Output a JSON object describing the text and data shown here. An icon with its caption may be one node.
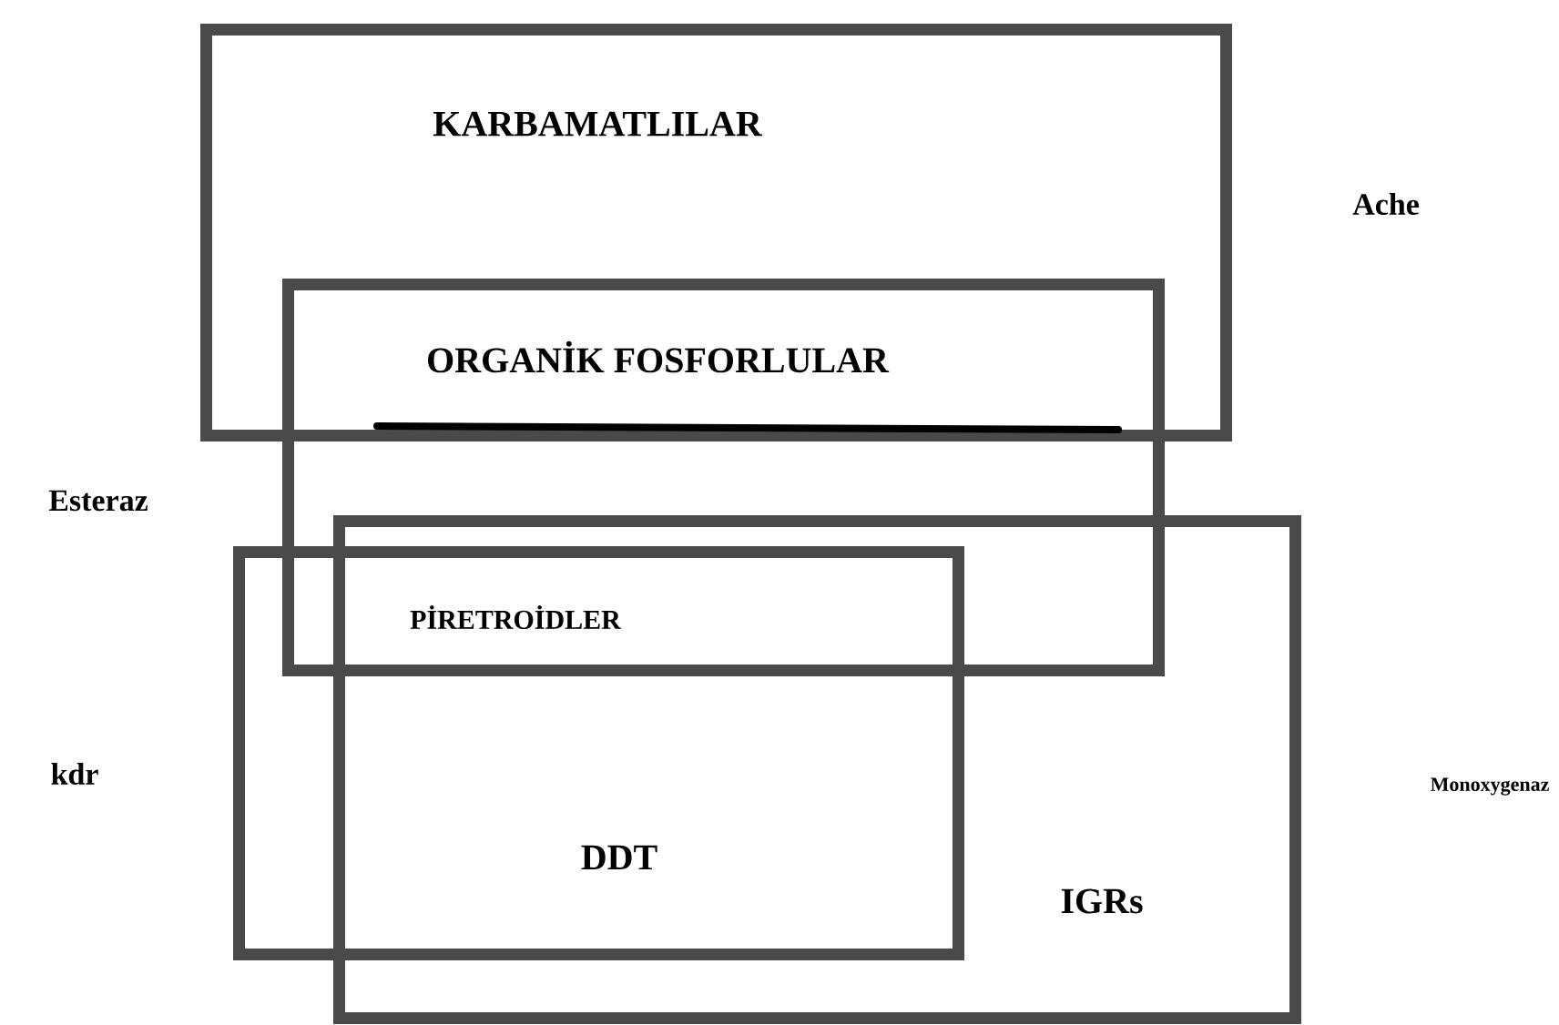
{
  "diagram": {
    "nodes": [
      {
        "text": [
          "KARBAMATLILAR"
        ]
      },
      {
        "text": [
          "ORGANİK FOSFORLULAR"
        ]
      },
      {
        "text": [
          "IGRs"
        ]
      },
      {
        "text": [
          "DDT"
        ]
      }
    ],
    "labels": [
      "Ache",
      "Esteraz",
      "PİRETROİDLER",
      "kdr",
      "Monoxygenaz"
    ]
  }
}
